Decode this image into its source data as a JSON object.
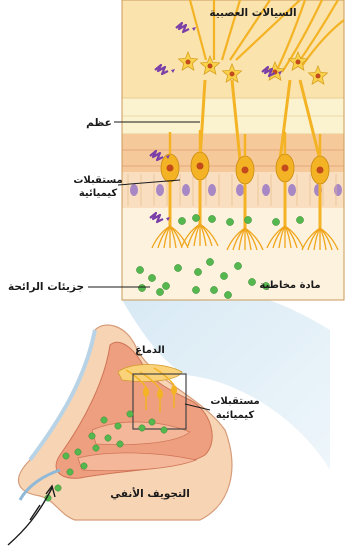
{
  "labels": {
    "nerve_signals": "السيالات العصبية",
    "bone": "عظم",
    "chemoreceptors_top_line1": "مستقبلات",
    "chemoreceptors_top_line2": "كيميائية",
    "mucus": "مادة مخاطية",
    "odor_molecules": "جزيئات الرائحة",
    "brain": "الدماغ",
    "chemoreceptors_bottom_line1": "مستقبلات",
    "chemoreceptors_bottom_line2": "كيميائية",
    "nasal_cavity": "التجويف الأنفي"
  },
  "colors": {
    "panel_bg": "#fbe7b8",
    "bone": "#fbf3cf",
    "tissue": "#f5c89a",
    "neuron": "#f4b324",
    "nucleus": "#c24a1c",
    "cell_nucleus": "#a888c4",
    "molecule": "#55b84e",
    "signal": "#7b3fa8",
    "skin": "#f3c6a3",
    "nasal_lining": "#e9967a",
    "light_blue": "#cfe3f0"
  }
}
